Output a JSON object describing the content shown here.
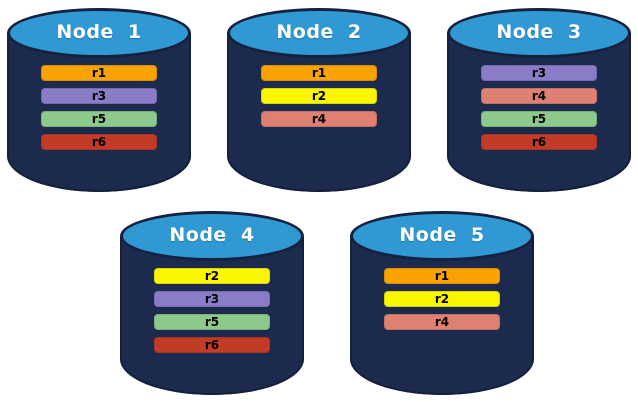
{
  "page": {
    "background": "#FFFFFF"
  },
  "diagram": {
    "type": "database-replication-cylinders",
    "node_fill": "#1C2A4D",
    "node_top_fill": "#3099D4",
    "node_outline": "#15223F",
    "node_label_color": "#FFFFFF",
    "bar_text_color": "#000000",
    "replica_colors": {
      "r1": "#F9A201",
      "r2": "#FAF500",
      "r3": "#8A7CC6",
      "r4": "#DE8172",
      "r5": "#8CC98A",
      "r6": "#C23B27"
    },
    "nodes": [
      {
        "label": "Node 1",
        "replicas": [
          "r1",
          "r3",
          "r5",
          "r6"
        ]
      },
      {
        "label": "Node 2",
        "replicas": [
          "r1",
          "r2",
          "r4"
        ]
      },
      {
        "label": "Node 3",
        "replicas": [
          "r3",
          "r4",
          "r5",
          "r6"
        ]
      },
      {
        "label": "Node 4",
        "replicas": [
          "r2",
          "r3",
          "r5",
          "r6"
        ]
      },
      {
        "label": "Node 5",
        "replicas": [
          "r1",
          "r2",
          "r4"
        ]
      }
    ],
    "rows": [
      [
        0,
        1,
        2
      ],
      [
        3,
        4
      ]
    ]
  }
}
